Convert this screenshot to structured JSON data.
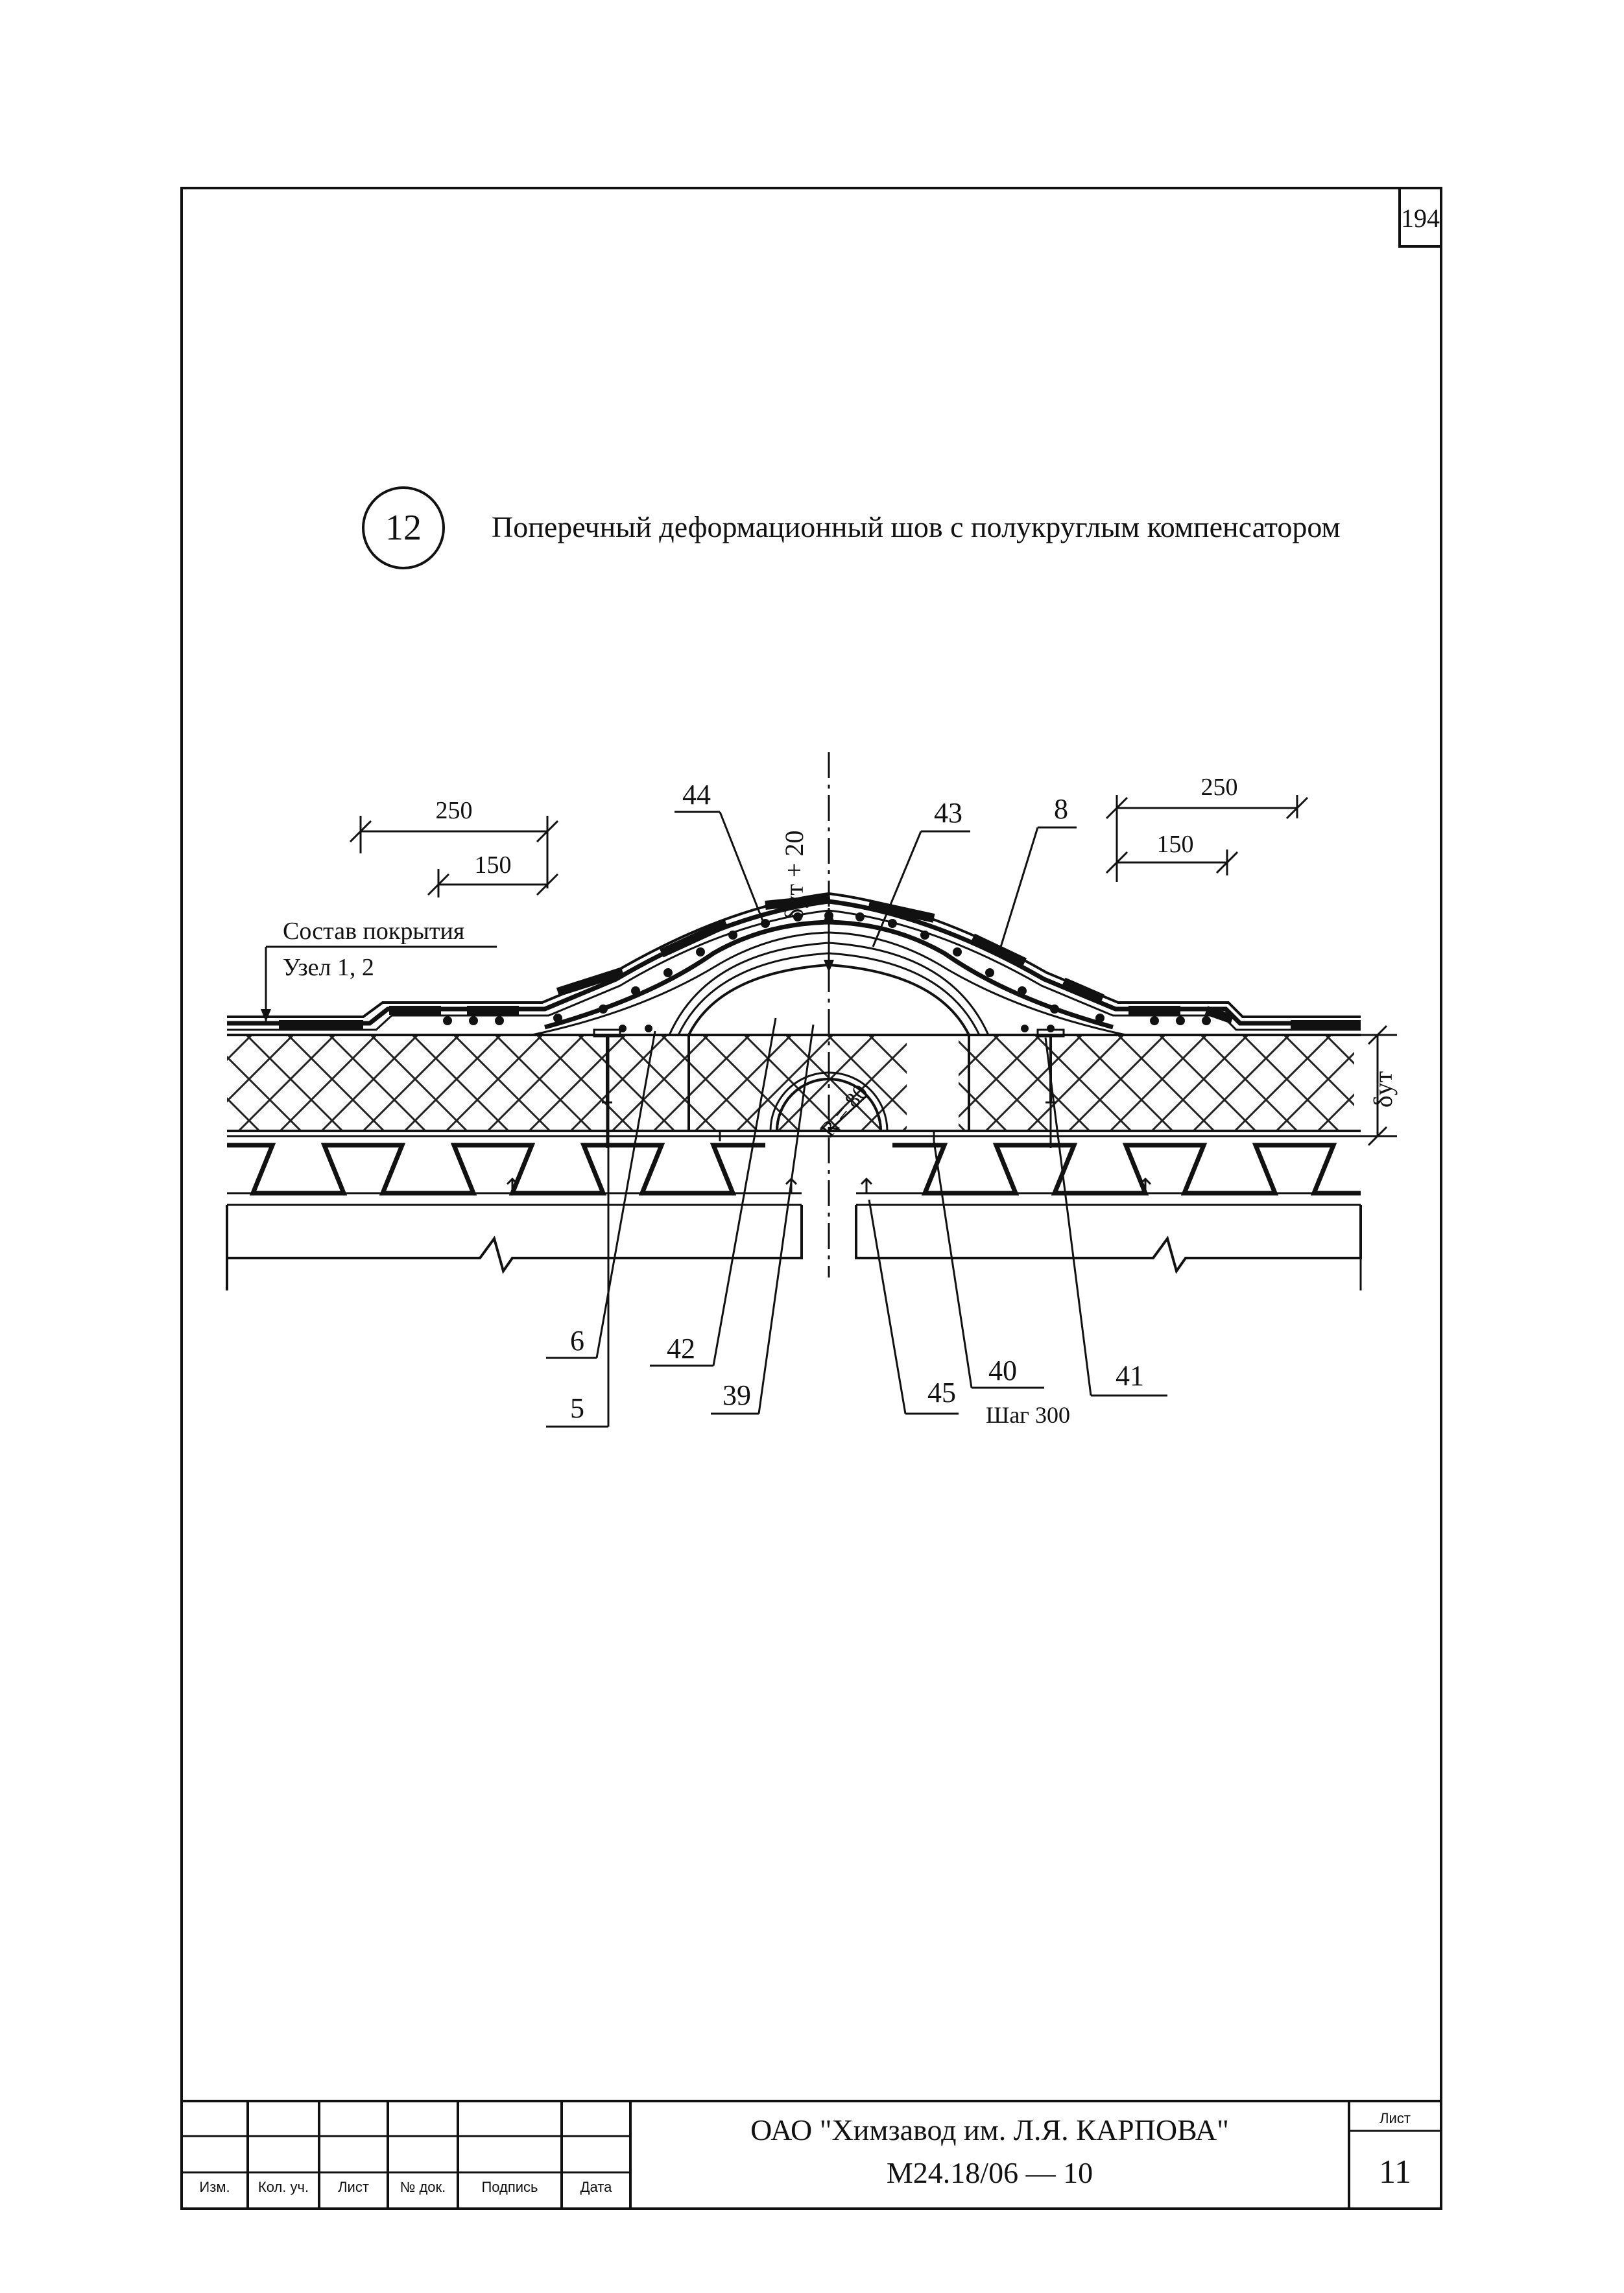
{
  "sheet_number_top": "194",
  "node": {
    "number": "12",
    "title": "Поперечный деформационный шов с полукруглым компенсатором"
  },
  "notes": {
    "composition": "Состав покрытия",
    "node_ref": "Узел 1, 2",
    "step": "Шаг 300"
  },
  "dimensions": {
    "left_250": "250",
    "left_150": "150",
    "right_250": "250",
    "right_150": "150",
    "top_thickness": "δут + 20",
    "right_thickness": "δут",
    "radius": "R = 80"
  },
  "callouts": [
    "44",
    "43",
    "8",
    "6",
    "5",
    "42",
    "39",
    "45",
    "40",
    "41"
  ],
  "title_block": {
    "col_headers": [
      "Изм.",
      "Кол. уч.",
      "Лист",
      "№ док.",
      "Подпись",
      "Дата"
    ],
    "org": "ОАО \"Химзавод им. Л.Я. КАРПОВА\"",
    "code": "М24.18/06 — 10",
    "sheet_label": "Лист",
    "sheet_value": "11"
  }
}
